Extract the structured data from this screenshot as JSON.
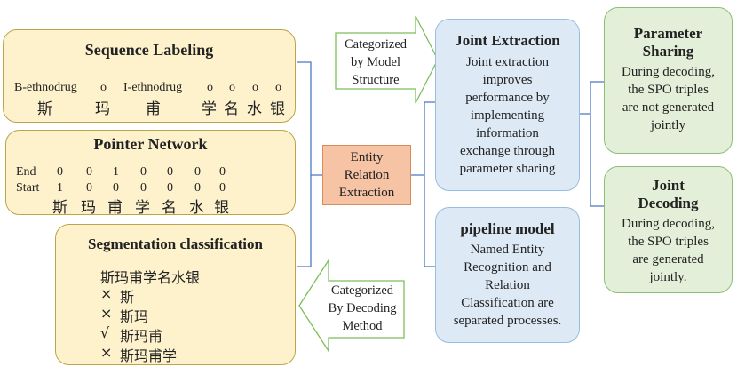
{
  "sequence_labeling": {
    "title": "Sequence Labeling",
    "tags": [
      "B-ethnodrug",
      "o",
      "I-ethnodrug",
      "o",
      "o",
      "o",
      "o"
    ],
    "chars": [
      "斯",
      "玛",
      "甫",
      "学",
      "名",
      "水",
      "银"
    ]
  },
  "pointer_network": {
    "title": "Pointer Network",
    "end_label": "End",
    "end_values": [
      "0",
      "0",
      "1",
      "0",
      "0",
      "0",
      "0"
    ],
    "start_label": "Start",
    "start_values": [
      "1",
      "0",
      "0",
      "0",
      "0",
      "0",
      "0"
    ],
    "chars": [
      "斯",
      "玛",
      "甫",
      "学",
      "名",
      "水",
      "银"
    ]
  },
  "segmentation": {
    "title": "Segmentation classification",
    "full_text": "斯玛甫学名水银",
    "items": [
      {
        "mark": "×",
        "text": "斯"
      },
      {
        "mark": "×",
        "text": "斯玛"
      },
      {
        "mark": "√",
        "text": "斯玛甫"
      },
      {
        "mark": "×",
        "text": "斯玛甫学"
      }
    ]
  },
  "center": {
    "lines": [
      "Entity",
      "Relation",
      "Extraction"
    ]
  },
  "arrow_model": {
    "lines": [
      "Categorized",
      "by Model",
      "Structure"
    ]
  },
  "arrow_decoding": {
    "lines": [
      "Categorized",
      "By Decoding",
      "Method"
    ]
  },
  "joint_extraction": {
    "title": "Joint Extraction",
    "lines": [
      "Joint extraction",
      "improves",
      "performance by",
      "implementing",
      "information",
      "exchange through",
      "parameter sharing"
    ]
  },
  "pipeline": {
    "title": "pipeline model",
    "lines": [
      "Named Entity",
      "Recognition and",
      "Relation",
      "Classification are",
      "separated processes."
    ]
  },
  "parameter_sharing": {
    "title_lines": [
      "Parameter",
      "Sharing"
    ],
    "lines": [
      "During decoding,",
      "the SPO triples",
      "are not generated",
      "jointly"
    ]
  },
  "joint_decoding": {
    "title_lines": [
      "Joint",
      "Decoding"
    ],
    "lines": [
      "During decoding,",
      "the SPO triples",
      "are generated",
      "jointly."
    ]
  },
  "colors": {
    "yellow_fill": "#fdf2cc",
    "blue_fill": "#dde9f5",
    "green_fill": "#e3efd9",
    "center_fill": "#f6c3a4",
    "connector": "#4a78c2",
    "arrow_outline": "#7cbf5a"
  }
}
